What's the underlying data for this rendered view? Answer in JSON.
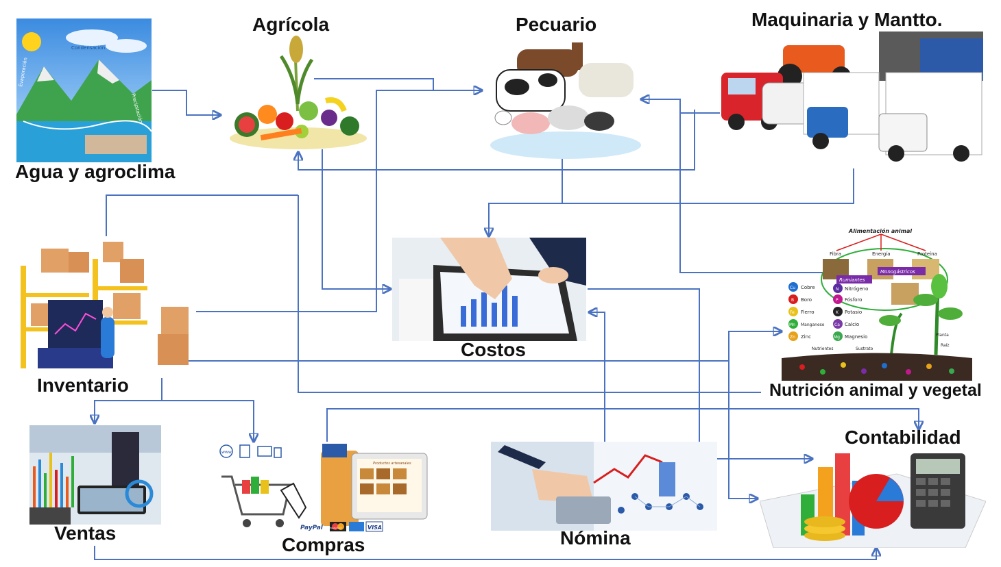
{
  "nodes": {
    "agua": {
      "label": "Agua y agroclima",
      "image_text": [
        "Condensación",
        "Precipitación",
        "Evaporación"
      ]
    },
    "agricola": {
      "label": "Agrícola"
    },
    "pecuario": {
      "label": "Pecuario"
    },
    "maquinaria": {
      "label": "Maquinaria y Mantto."
    },
    "inventario": {
      "label": "Inventario"
    },
    "costos": {
      "label": "Costos"
    },
    "nutricion": {
      "label": "Nutrición animal y vegetal",
      "diagram": {
        "title": "Alimentación animal",
        "top_items": [
          "Fibra",
          "Energía",
          "Proteína"
        ],
        "groups": [
          "Rumiantes",
          "Monogástricos"
        ],
        "nutrients_left": [
          {
            "symbol": "Cu",
            "name": "Cobre",
            "color": "#1f6fd1"
          },
          {
            "symbol": "B",
            "name": "Boro",
            "color": "#d81e1e"
          },
          {
            "symbol": "Fe",
            "name": "Fierro",
            "color": "#e8c21a"
          },
          {
            "symbol": "Mn",
            "name": "Manganeso",
            "color": "#2fae3a"
          },
          {
            "symbol": "Zn",
            "name": "Zinc",
            "color": "#e8a21a"
          }
        ],
        "nutrients_right": [
          {
            "symbol": "N",
            "name": "Nitrógeno",
            "color": "#5a2ca0"
          },
          {
            "symbol": "P",
            "name": "Fósforo",
            "color": "#c2188f"
          },
          {
            "symbol": "K",
            "name": "Potasio",
            "color": "#222222"
          },
          {
            "symbol": "Ca",
            "name": "Calcio",
            "color": "#7a3aa8"
          },
          {
            "symbol": "Mg",
            "name": "Magnesio",
            "color": "#3aa84e"
          }
        ],
        "bottom_labels": [
          "Nutrientes",
          "Sustrato",
          "Planta",
          "Raíz"
        ]
      }
    },
    "ventas": {
      "label": "Ventas"
    },
    "compras": {
      "label": "Compras",
      "image_text": [
        "www",
        "Productos artesanales",
        "PayPal",
        "MasterCard",
        "VISA"
      ]
    },
    "nomina": {
      "label": "Nómina"
    },
    "contabilidad": {
      "label": "Contabilidad"
    }
  },
  "colors": {
    "connector": "#4a72c0",
    "text": "#111111"
  }
}
